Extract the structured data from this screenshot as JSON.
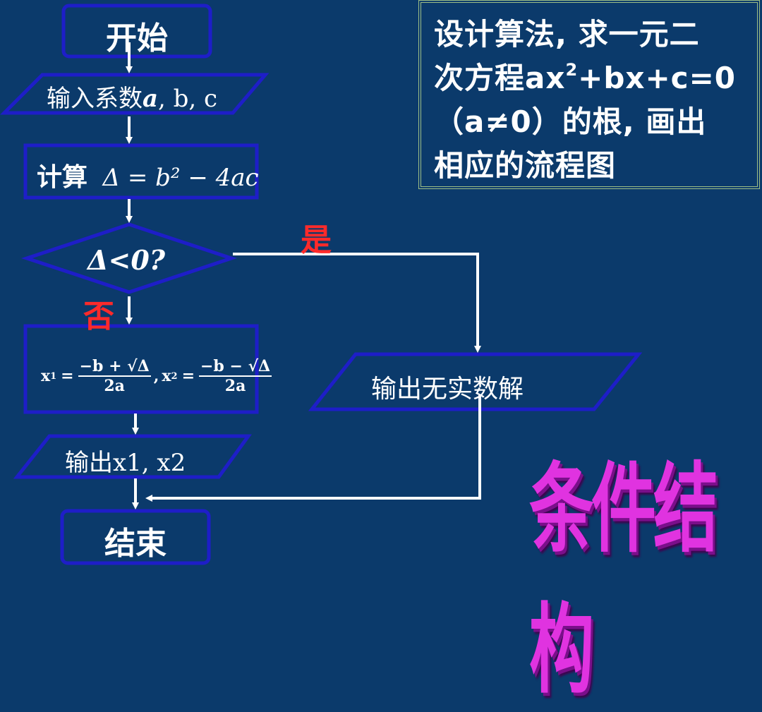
{
  "flowchart": {
    "start": "开始",
    "input": "输入系数a, b, c",
    "input_prefix": "输入系数",
    "input_a": "a",
    "input_rest": ", b, c",
    "compute_prefix": "计算",
    "compute_formula": "Δ = b² − 4ac",
    "decision": "Δ<0?",
    "yes_label": "是",
    "no_label": "否",
    "roots_formula": "x₁ = (−b + √Δ)/2a , x₂ = (−b − √Δ)/2a",
    "x1": "x",
    "sub1": "1",
    "x2": "x",
    "sub2": "2",
    "num1": "−b + √Δ",
    "num2": "−b − √Δ",
    "den": "2a",
    "output_roots": "输出x1, x2",
    "output_no_solution": "输出无实数解",
    "end": "结束"
  },
  "problem": {
    "line1": "设计算法, 求一元二",
    "line2_pre": "次方程ax",
    "line2_sup": "2",
    "line2_post": "+bx+c=0",
    "line3": "（a≠0）的根, 画出",
    "line4": "相应的流程图"
  },
  "title": "条件结构",
  "colors": {
    "background": "#0b3a6b",
    "shape_border": "#1e1ec8",
    "shape_fill": "#0b3a6b",
    "arrow": "#ffffff",
    "yes_no": "#ff2a2a",
    "title": "#e033e0"
  }
}
